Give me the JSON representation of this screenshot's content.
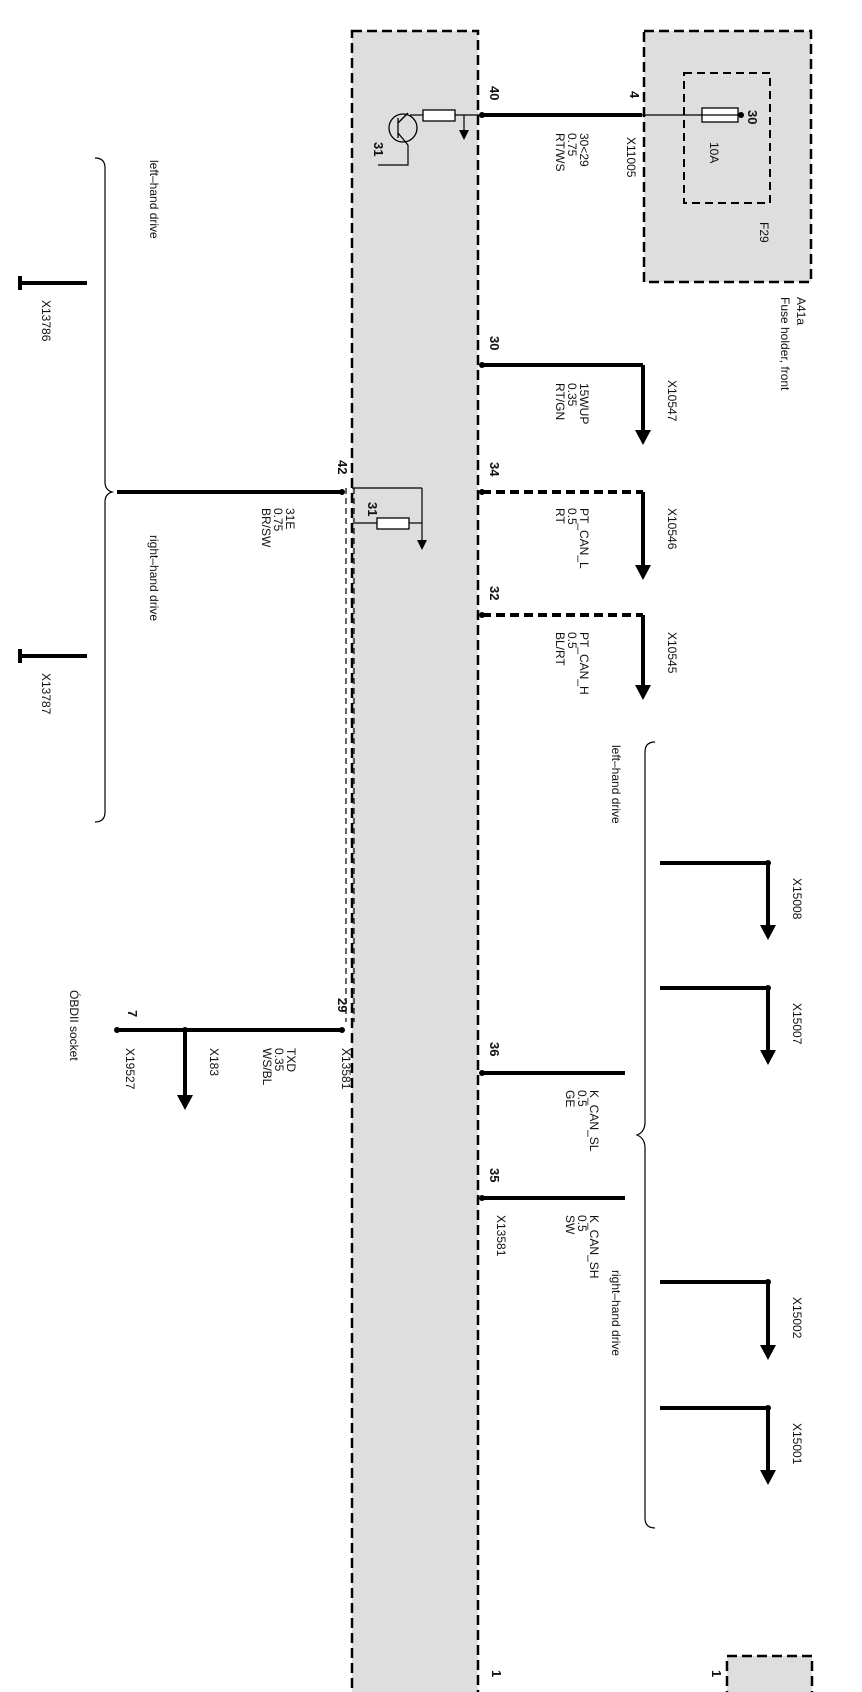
{
  "fuse_holder": {
    "id": "A41a",
    "name": "Fuse holder, front",
    "fuse_id": "F29",
    "fuse_rating": "10A",
    "fuse_pin": "30",
    "connector": "X11005",
    "connector_pin": "4"
  },
  "ground_label": "31",
  "pins": {
    "p40": "40",
    "p30": "30",
    "p34": "34",
    "p32": "32",
    "p42": "42",
    "p29": "29",
    "p36": "36",
    "p35": "35",
    "p1": "1",
    "p1b": "1",
    "p7": "7"
  },
  "wires": {
    "w40": {
      "signal": "30<29",
      "gauge": "0.75",
      "color": "RT/WS"
    },
    "w30": {
      "signal": "15WUP",
      "gauge": "0.35",
      "color": "RT/GN",
      "connector": "X10547"
    },
    "w34": {
      "signal": "PT_CAN_L",
      "gauge": "0.5",
      "color": "RT",
      "connector": "X10546"
    },
    "w32": {
      "signal": "PT_CAN_H",
      "gauge": "0.5",
      "color": "BL/RT",
      "connector": "X10545"
    },
    "w42": {
      "signal": "31E",
      "gauge": "0.75",
      "color": "BR/SW"
    },
    "w29": {
      "signal": "TXD",
      "gauge": "0.35",
      "color": "WS/BL",
      "connector": "X13581",
      "splice": "X183"
    },
    "w36": {
      "signal": "K_CAN_SL",
      "gauge": "0.5",
      "color": "GE"
    },
    "w35": {
      "signal": "K_CAN_SH",
      "gauge": "0.5",
      "color": "SW",
      "connector": "X13581"
    }
  },
  "drive": {
    "lhd": "left–hand drive",
    "rhd": "right–hand drive",
    "ground_lhd": "X13786",
    "ground_rhd": "X13787",
    "kcan_lhd_1": "X15008",
    "kcan_lhd_2": "X15007",
    "kcan_rhd_1": "X15002",
    "kcan_rhd_2": "X15001"
  },
  "obd": {
    "name": "ÓBDII socket",
    "connector": "X19527"
  },
  "colors": {
    "module_fill": "#dedede",
    "wire": "#000000",
    "line": "#111111"
  }
}
